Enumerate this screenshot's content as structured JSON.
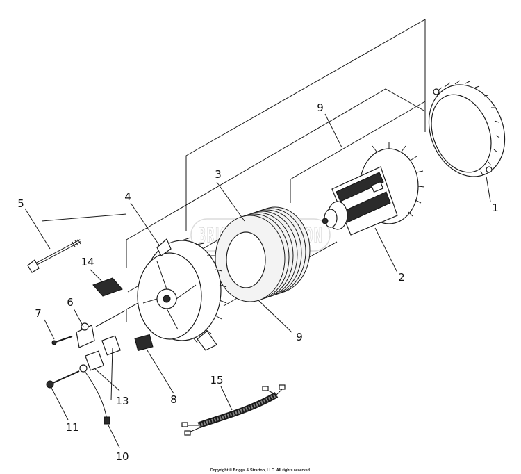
{
  "diagram": {
    "callouts": [
      {
        "id": "1",
        "text": "1"
      },
      {
        "id": "2",
        "text": "2"
      },
      {
        "id": "3",
        "text": "3"
      },
      {
        "id": "4",
        "text": "4"
      },
      {
        "id": "5",
        "text": "5"
      },
      {
        "id": "6",
        "text": "6"
      },
      {
        "id": "7",
        "text": "7"
      },
      {
        "id": "8",
        "text": "8"
      },
      {
        "id": "9a",
        "text": "9"
      },
      {
        "id": "9b",
        "text": "9"
      },
      {
        "id": "10",
        "text": "10"
      },
      {
        "id": "11",
        "text": "11"
      },
      {
        "id": "13",
        "text": "13"
      },
      {
        "id": "14",
        "text": "14"
      },
      {
        "id": "15",
        "text": "15"
      }
    ],
    "watermark": "BRIGGS&STRATTON",
    "copyright": "Copyright © Briggs & Stratton, LLC. All rights reserved."
  }
}
